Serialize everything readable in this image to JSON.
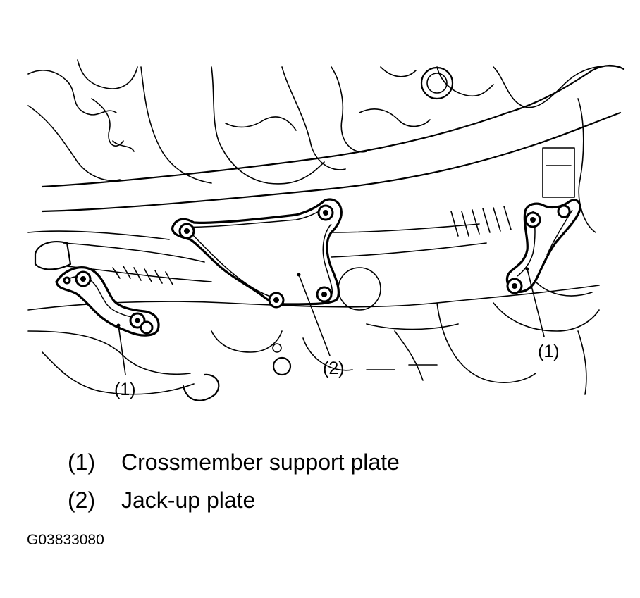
{
  "callouts": {
    "left_plate": "(1)",
    "jack_plate": "(2)",
    "right_plate": "(1)"
  },
  "legend": [
    {
      "number": "(1)",
      "label": "Crossmember support plate"
    },
    {
      "number": "(2)",
      "label": "Jack-up plate"
    }
  ],
  "figure_id": "G03833080"
}
